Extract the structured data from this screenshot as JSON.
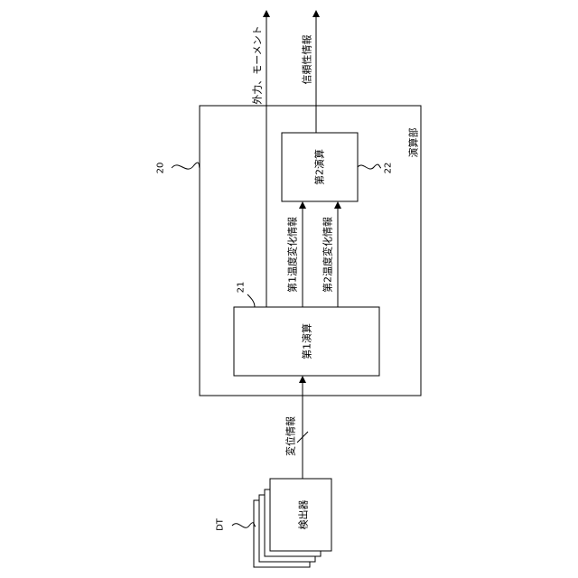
{
  "block_labels": {
    "compute_unit": "演算部",
    "first_compute": "第1演算",
    "second_compute": "第2演算",
    "detector": "検出器"
  },
  "signal_labels": {
    "external_force": "外力、モーメント",
    "reliability_info": "信頼性情報",
    "first_temp_change": "第1温度変化情報",
    "second_temp_change": "第2温度変化情報",
    "displacement_info": "変位情報"
  },
  "reference_numerals": {
    "compute_unit": "20",
    "first_compute": "21",
    "second_compute": "22",
    "detector": "DT"
  }
}
